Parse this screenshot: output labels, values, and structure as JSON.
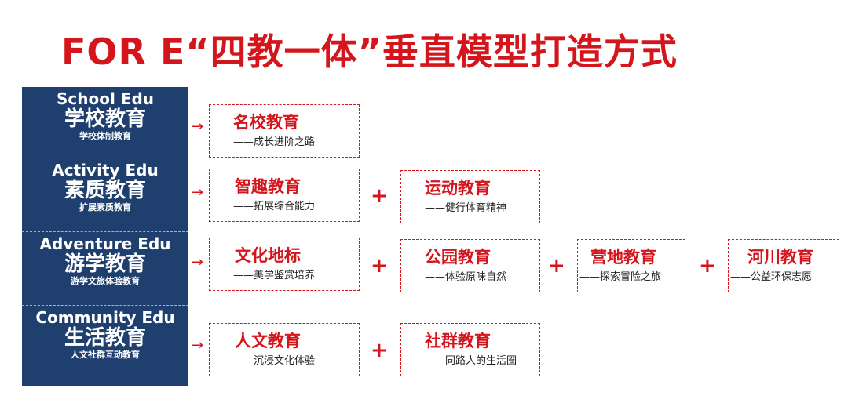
{
  "title": "FOR E“四教一体”垂直模型打造方式",
  "categories": [
    {
      "en": "School Edu",
      "zh": "学校教育",
      "sub": "学校体制教育"
    },
    {
      "en": "Activity Edu",
      "zh": "素质教育",
      "sub": "扩展素质教育"
    },
    {
      "en": "Adventure Edu",
      "zh": "游学教育",
      "sub": "游学文旅体验教育"
    },
    {
      "en": "Community Edu",
      "zh": "生活教育",
      "sub": "人文社群互动教育"
    }
  ],
  "rows": [
    [
      {
        "title": "名校教育",
        "sub": "——成长进阶之路"
      }
    ],
    [
      {
        "title": "智趣教育",
        "sub": "——拓展综合能力"
      },
      {
        "title": "运动教育",
        "sub": "——健行体育精神"
      }
    ],
    [
      {
        "title": "文化地标",
        "sub": "——美学鉴赏培养"
      },
      {
        "title": "公园教育",
        "sub": "——体验原味自然"
      },
      {
        "title": "营地教育",
        "sub": "——探索冒险之旅"
      },
      {
        "title": "河川教育",
        "sub": "——公益环保志愿"
      }
    ],
    [
      {
        "title": "人文教育",
        "sub": "——沉浸文化体验"
      },
      {
        "title": "社群教育",
        "sub": "——同路人的生活圈"
      }
    ]
  ],
  "symbols": {
    "arrow": "→",
    "plus": "+"
  },
  "colors": {
    "accent": "#d4161c",
    "navy": "#1f3f6e"
  }
}
